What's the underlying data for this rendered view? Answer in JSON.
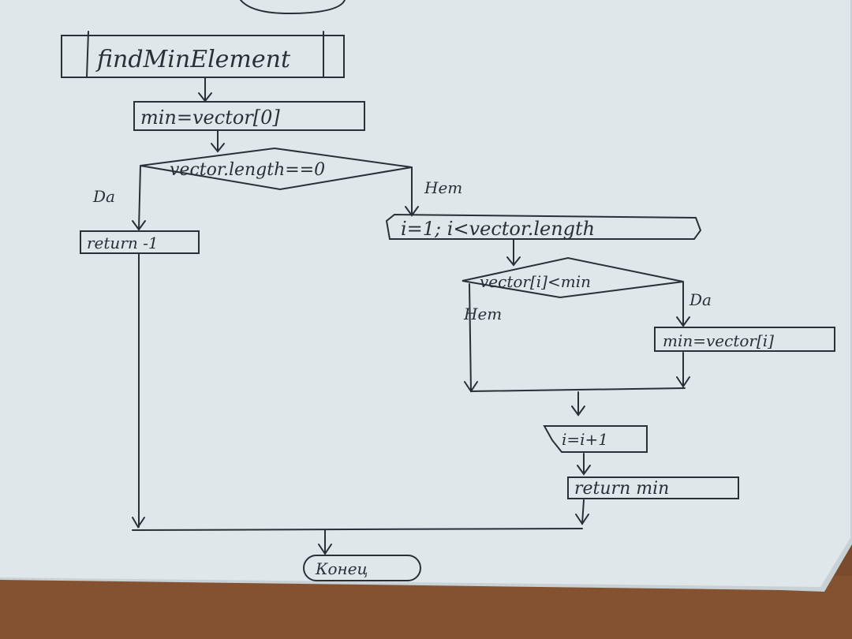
{
  "colors": {
    "paper": "#dfe7ea",
    "paper_shadow": "#c8d2d6",
    "table": "#7a4a2c",
    "table_light": "#8e5a36",
    "ink": "#2a2f38"
  },
  "flowchart": {
    "procedure": "findMinElement",
    "init": "min=vector[0]",
    "check_empty": "vector.length==0",
    "yes_label_1": "Da",
    "no_label_1": "Нет",
    "return_fail": "return -1",
    "loop": "i=1; i<vector.length",
    "compare": "vector[i]<min",
    "yes_label_2": "Da",
    "no_label_2": "Нет",
    "assign": "min=vector[i]",
    "increment": "i=i+1",
    "return_min": "return min",
    "end": "Конец"
  }
}
